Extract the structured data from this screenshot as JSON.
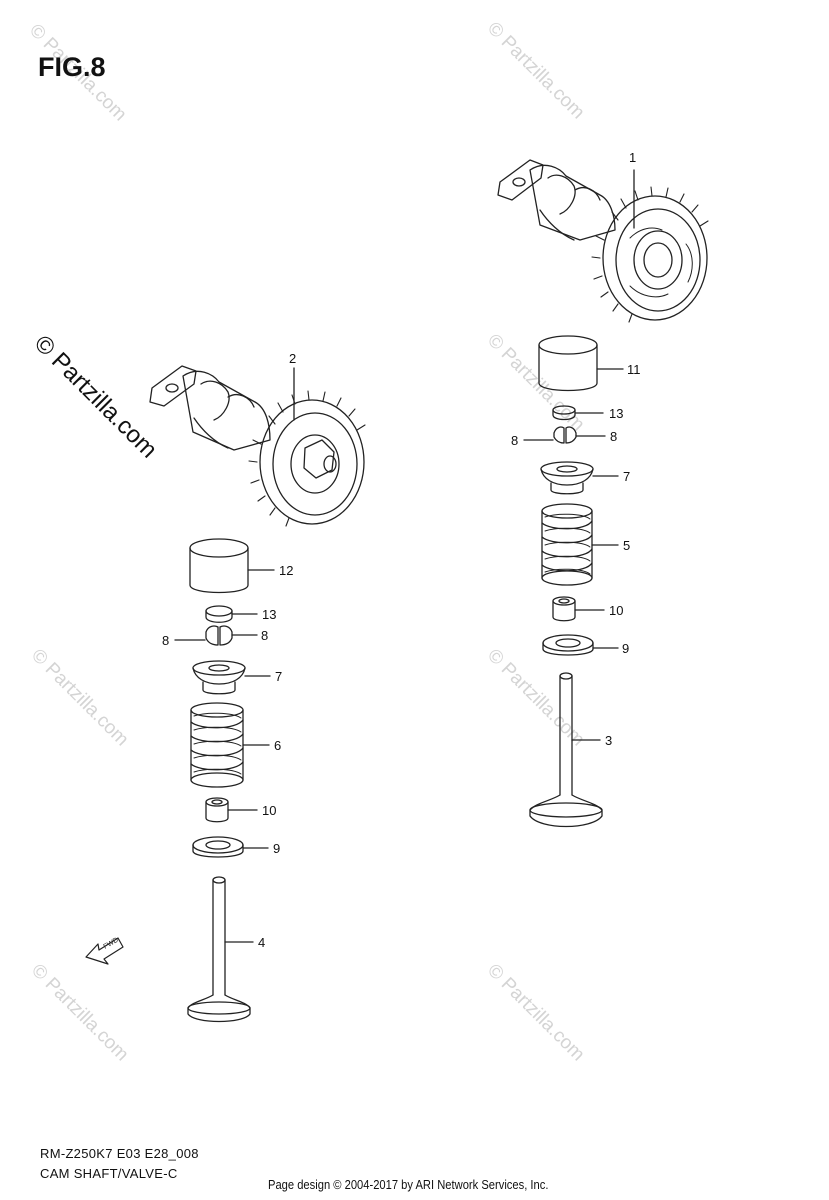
{
  "figure": {
    "title": "FIG.8"
  },
  "watermark": {
    "text": "© Partzilla.com"
  },
  "callouts": {
    "c1": "1",
    "c2": "2",
    "c3": "3",
    "c4": "4",
    "c5": "5",
    "c6": "6",
    "c7a": "7",
    "c7b": "7",
    "c8a": "8",
    "c8b": "8",
    "c8c": "8",
    "c8d": "8",
    "c9a": "9",
    "c9b": "9",
    "c10a": "10",
    "c10b": "10",
    "c11": "11",
    "c12": "12",
    "c13a": "13",
    "c13b": "13"
  },
  "fwd_label": "FWD",
  "reference": {
    "model_code": "RM-Z250K7 E03 E28_008",
    "section": "CAM SHAFT/VALVE-C"
  },
  "footer": {
    "credit": "Page design © 2004-2017 by ARI Network Services, Inc."
  }
}
